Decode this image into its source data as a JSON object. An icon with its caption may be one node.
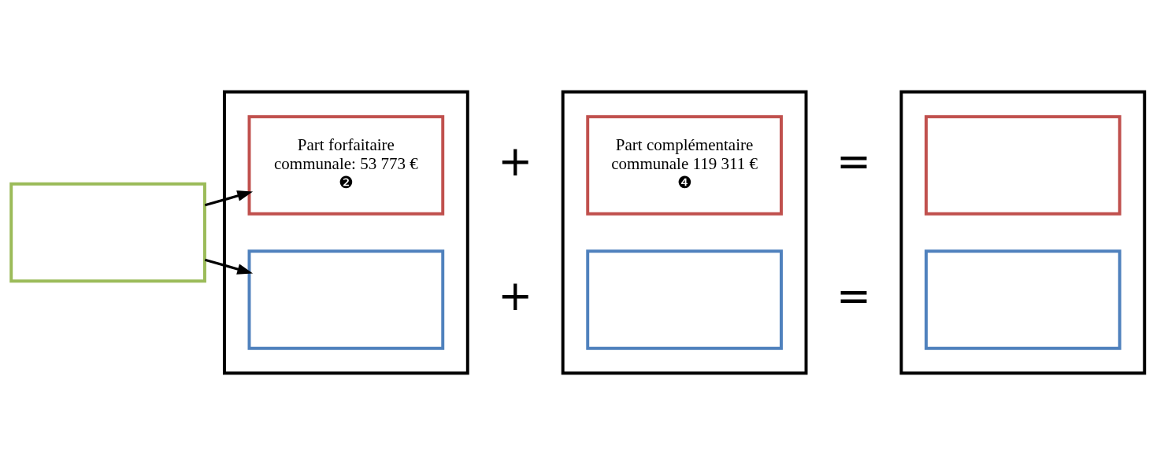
{
  "diagram": {
    "nodes": [
      {
        "text": [],
        "shape": "box"
      },
      {
        "text": [],
        "shape": "box"
      },
      {
        "text": [
          "Part forfaitaire communale: 53 773 €",
          "❷"
        ],
        "in": 1
      },
      {
        "text": [],
        "shape": "box",
        "in": 1
      },
      {
        "text": [],
        "shape": "box"
      },
      {
        "text": [
          "Part complémentaire communale 119 311 €",
          "❹"
        ],
        "in": 4
      },
      {
        "text": [],
        "shape": "box",
        "in": 4
      },
      {
        "text": [],
        "shape": "box"
      },
      {
        "text": [],
        "shape": "box",
        "in": 7
      },
      {
        "text": [],
        "shape": "box",
        "in": 7
      }
    ],
    "edges": [
      {
        "from": 0,
        "to": 2,
        "arrow": "to"
      },
      {
        "from": 0,
        "to": 3,
        "arrow": "to"
      }
    ],
    "labels": [
      "+",
      "=",
      "+",
      "="
    ]
  }
}
